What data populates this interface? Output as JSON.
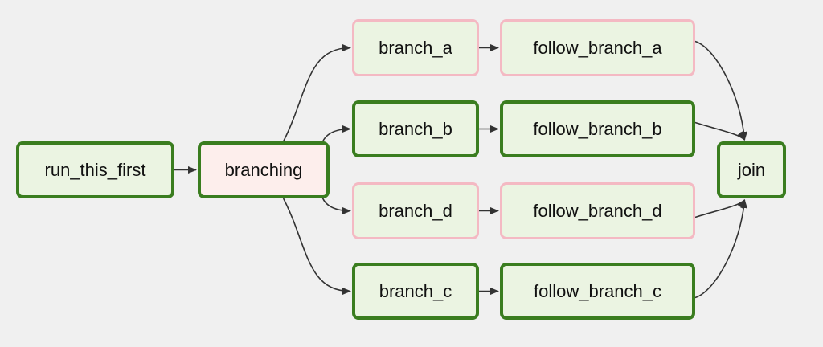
{
  "colors": {
    "background": "#f0f0f0",
    "success_border": "#3a7d1f",
    "skipped_border": "#f4b9c3",
    "node_fill_green": "#ebf4e2",
    "node_fill_pink": "#fdeeec",
    "edge": "#333333"
  },
  "nodes": {
    "run_this_first": {
      "label": "run_this_first",
      "state": "success",
      "fill": "green"
    },
    "branching": {
      "label": "branching",
      "state": "success",
      "fill": "pink"
    },
    "branch_a": {
      "label": "branch_a",
      "state": "skipped",
      "fill": "green"
    },
    "branch_b": {
      "label": "branch_b",
      "state": "success",
      "fill": "green"
    },
    "branch_d": {
      "label": "branch_d",
      "state": "skipped",
      "fill": "green"
    },
    "branch_c": {
      "label": "branch_c",
      "state": "success",
      "fill": "green"
    },
    "follow_branch_a": {
      "label": "follow_branch_a",
      "state": "skipped",
      "fill": "green"
    },
    "follow_branch_b": {
      "label": "follow_branch_b",
      "state": "success",
      "fill": "green"
    },
    "follow_branch_d": {
      "label": "follow_branch_d",
      "state": "skipped",
      "fill": "green"
    },
    "follow_branch_c": {
      "label": "follow_branch_c",
      "state": "success",
      "fill": "green"
    },
    "join": {
      "label": "join",
      "state": "success",
      "fill": "green"
    }
  },
  "edges": [
    {
      "from": "run_this_first",
      "to": "branching"
    },
    {
      "from": "branching",
      "to": "branch_a"
    },
    {
      "from": "branching",
      "to": "branch_b"
    },
    {
      "from": "branching",
      "to": "branch_d"
    },
    {
      "from": "branching",
      "to": "branch_c"
    },
    {
      "from": "branch_a",
      "to": "follow_branch_a"
    },
    {
      "from": "branch_b",
      "to": "follow_branch_b"
    },
    {
      "from": "branch_d",
      "to": "follow_branch_d"
    },
    {
      "from": "branch_c",
      "to": "follow_branch_c"
    },
    {
      "from": "follow_branch_a",
      "to": "join"
    },
    {
      "from": "follow_branch_b",
      "to": "join"
    },
    {
      "from": "follow_branch_d",
      "to": "join"
    },
    {
      "from": "follow_branch_c",
      "to": "join"
    }
  ]
}
